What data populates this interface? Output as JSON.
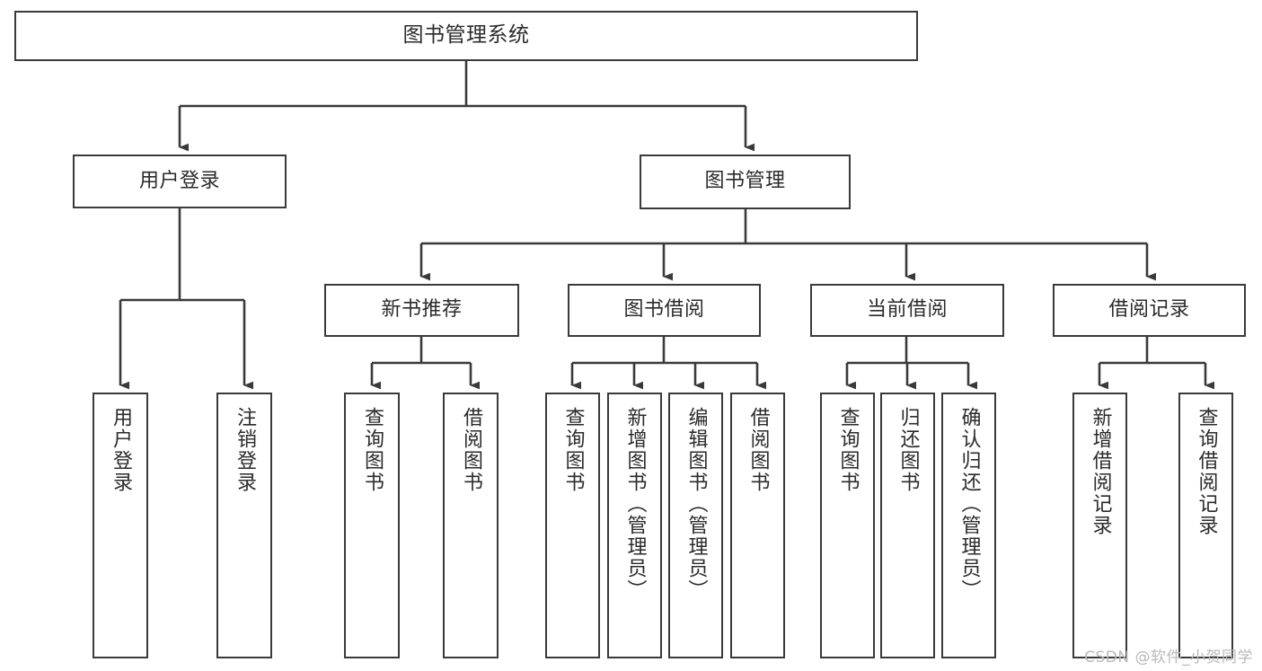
{
  "diagram": {
    "type": "tree",
    "title": "图书管理系统",
    "watermark": "CSDN @软件_小贺同学",
    "colors": {
      "background": "#ffffff",
      "stroke": "#3a3a3a",
      "text": "#2b2b2b",
      "watermark": "#b9b9b9"
    },
    "root": {
      "label": "图书管理系统"
    },
    "level2": [
      {
        "label": "用户登录"
      },
      {
        "label": "图书管理"
      }
    ],
    "level3": [
      {
        "label": "新书推荐"
      },
      {
        "label": "图书借阅"
      },
      {
        "label": "当前借阅"
      },
      {
        "label": "借阅记录"
      }
    ],
    "leaves": {
      "user_login": [
        {
          "label": "用户登录"
        },
        {
          "label": "注销登录"
        }
      ],
      "new_book_recommend": [
        {
          "label": "查询图书"
        },
        {
          "label": "借阅图书"
        }
      ],
      "book_borrow": [
        {
          "label": "查询图书"
        },
        {
          "label": "新增图书（管理员）"
        },
        {
          "label": "编辑图书（管理员）"
        },
        {
          "label": "借阅图书"
        }
      ],
      "current_borrow": [
        {
          "label": "查询图书"
        },
        {
          "label": "归还图书"
        },
        {
          "label": "确认归还（管理员）"
        }
      ],
      "borrow_record": [
        {
          "label": "新增借阅记录"
        },
        {
          "label": "查询借阅记录"
        }
      ]
    }
  }
}
